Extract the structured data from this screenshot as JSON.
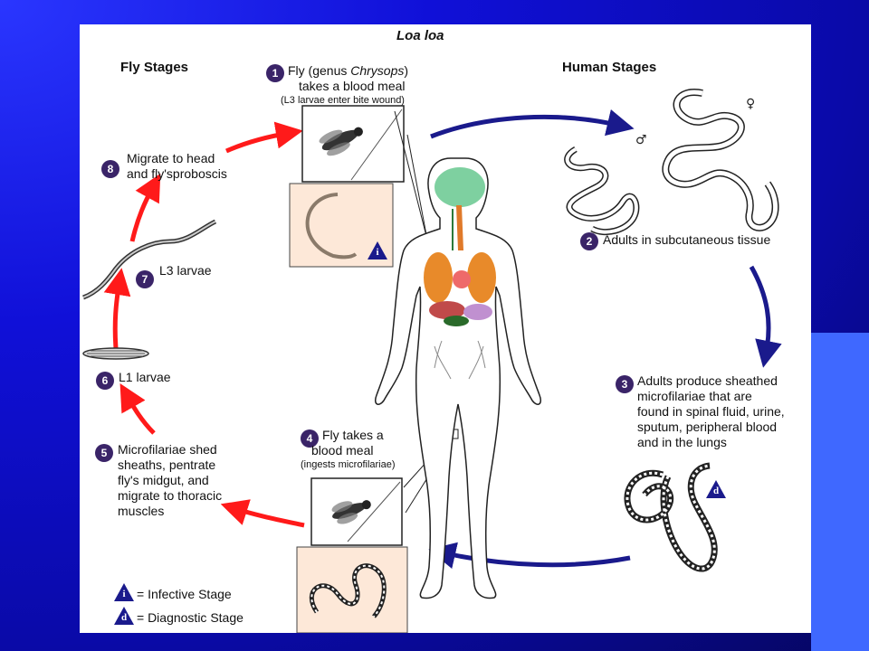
{
  "title": "Loa loa",
  "sections": {
    "fly": "Fly Stages",
    "human": "Human Stages"
  },
  "steps": [
    {
      "n": "1",
      "line1a": "Fly (genus ",
      "line1b": "Chrysops",
      "line1c": ")",
      "line2": "takes a blood meal",
      "line3": "(L3 larvae enter bite wound)"
    },
    {
      "n": "2",
      "text": "Adults in subcutaneous tissue"
    },
    {
      "n": "3",
      "lines": [
        "Adults produce sheathed",
        "microfilariae that are",
        "found in spinal fluid, urine,",
        "sputum, peripheral blood",
        "and in the lungs"
      ]
    },
    {
      "n": "4",
      "line1": "Fly takes a",
      "line2": "blood meal",
      "line3": "(ingests microfilariae)"
    },
    {
      "n": "5",
      "lines": [
        "Microfilariae shed",
        "sheaths, pentrate",
        "fly's midgut, and",
        "migrate to thoracic",
        "muscles"
      ]
    },
    {
      "n": "6",
      "text": "L1 larvae"
    },
    {
      "n": "7",
      "text": "L3 larvae"
    },
    {
      "n": "8",
      "lines": [
        "Migrate to head",
        "and fly'sproboscis"
      ]
    }
  ],
  "legend": {
    "infective": {
      "symbol": "i",
      "label": "= Infective Stage"
    },
    "diagnostic": {
      "symbol": "d",
      "label": "= Diagnostic Stage"
    }
  },
  "colors": {
    "red_arrow": "#ff1a1a",
    "blue_arrow": "#1a1a8c",
    "badge": "#3a2468",
    "tri": "#1a1a8c",
    "panel_bg": "#fde8d8"
  }
}
